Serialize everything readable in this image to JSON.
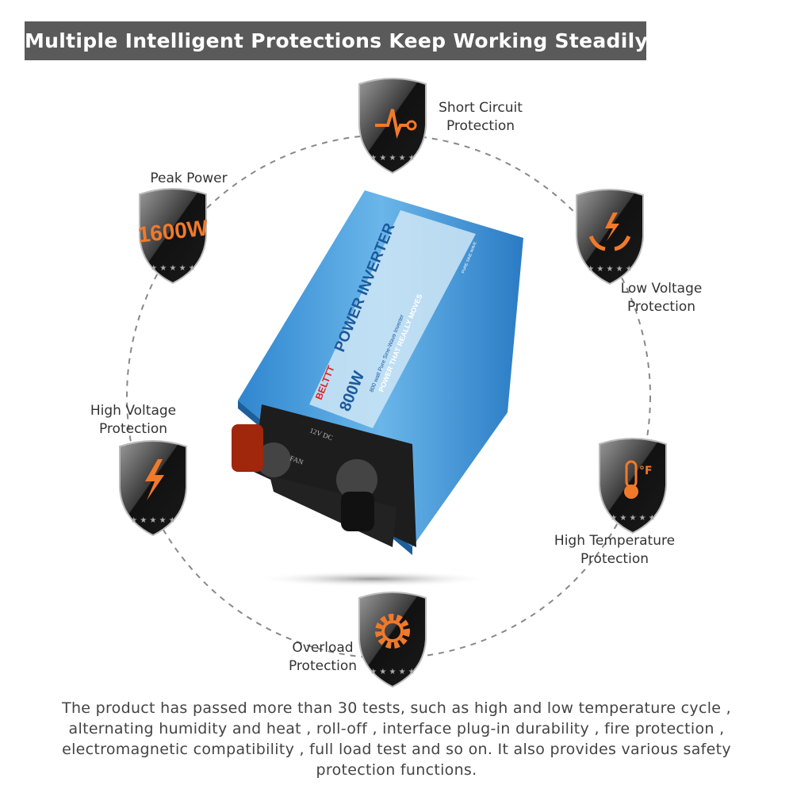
{
  "header": {
    "title": "Multiple Intelligent Protections Keep Working Steadily"
  },
  "protections": [
    {
      "label_lines": [
        "Short Circuit",
        "Protection"
      ],
      "icon": "pulse-icon"
    },
    {
      "label_lines": [
        "Low Voltage",
        "Protection"
      ],
      "icon": "hands-lightning-icon"
    },
    {
      "label_lines": [
        "High Temperature",
        "Protection"
      ],
      "icon": "thermometer-icon"
    },
    {
      "label_lines": [
        "Overload",
        "Protection"
      ],
      "icon": "gear-icon"
    },
    {
      "label_lines": [
        "High Voltage",
        "Protection"
      ],
      "icon": "lightning-icon"
    },
    {
      "label_lines": [
        "Peak Power"
      ],
      "icon": "power-text-icon",
      "icon_text": "1600W"
    }
  ],
  "product": {
    "brand": "BELTTT",
    "power": "800W",
    "name": "POWER INVERTER",
    "subtitle": "800 watt Pure Sine-Wave Inverter",
    "slogan": "POWER THAT REALLY MOVES",
    "tag": "PURE SINE WAVE",
    "input": "12V DC",
    "fan": "FAN"
  },
  "colors": {
    "accent": "#f07a2a",
    "title_bg": "#5a5a5a",
    "body_blue": "#4a9fdc"
  },
  "description": "The product has passed more than 30 tests, such as high and low temperature cycle , alternating humidity and heat , roll-off , interface plug-in durability , fire protection , electromagnetic compatibility , full load test and so on. It also provides various safety protection functions."
}
